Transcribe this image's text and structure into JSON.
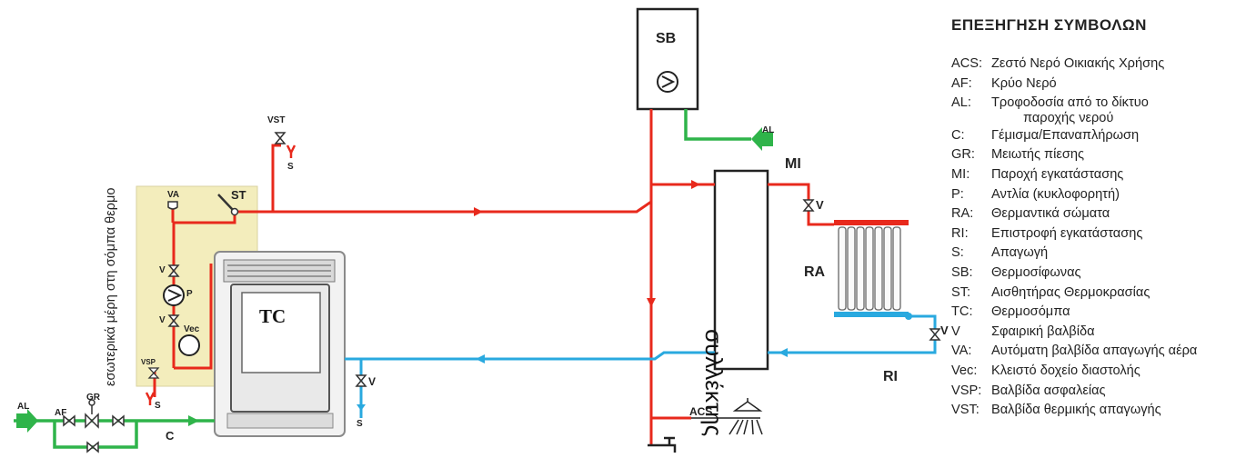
{
  "diagram": {
    "labels": {
      "sb": "SB",
      "tc": "TC",
      "collector": "συλλέκτης",
      "ra": "RA",
      "mi": "MI",
      "ri": "RI",
      "acs": "ACS",
      "al_top": "AL",
      "al_bottom": "AL",
      "af": "AF",
      "gr": "GR",
      "c": "C",
      "vst": "VST",
      "s_vst": "S",
      "va": "VA",
      "st": "ST",
      "v1": "V",
      "p": "P",
      "v2": "V",
      "vec": "Vec",
      "vsp": "VSP",
      "s_vsp": "S",
      "v_drain": "V",
      "s_drain": "S",
      "v_mi": "V",
      "v_ri": "V",
      "side_text": "εσωτερικά μέρη στη σόμπα θερμο"
    },
    "colors": {
      "hot": "#e8291c",
      "cold": "#29a9df",
      "mains": "#2fb44a",
      "panel": "#f3edbc"
    }
  },
  "legend": {
    "title": "ΕΠΕΞΗΓΗΣΗ ΣΥΜΒΟΛΩΝ",
    "items": [
      {
        "code": "ACS:",
        "text": "Ζεστό Νερό Οικιακής Χρήσης"
      },
      {
        "code": "AF:",
        "text": "Κρύο Νερό"
      },
      {
        "code": "AL:",
        "text": "Τροφοδοσία από το δίκτυο",
        "cont": "παροχής νερού"
      },
      {
        "code": "C:",
        "text": "Γέμισμα/Επαναπλήρωση"
      },
      {
        "code": "GR:",
        "text": "Μειωτής πίεσης"
      },
      {
        "code": "MI:",
        "text": "Παροχή εγκατάστασης"
      },
      {
        "code": "P:",
        "text": "Αντλία (κυκλοφορητή)"
      },
      {
        "code": "RA:",
        "text": "Θερμαντικά σώματα"
      },
      {
        "code": "RI:",
        "text": "Επιστροφή εγκατάστασης"
      },
      {
        "code": "S:",
        "text": "Απαγωγή"
      },
      {
        "code": "SB:",
        "text": "Θερμοσίφωνας"
      },
      {
        "code": "ST:",
        "text": "Αισθητήρας Θερμοκρασίας"
      },
      {
        "code": "TC:",
        "text": "Θερμοσόμπα"
      },
      {
        "code": "V",
        "text": "Σφαιρική βαλβίδα"
      },
      {
        "code": "VA:",
        "text": "Αυτόματη βαλβίδα απαγωγής αέρα"
      },
      {
        "code": "Vec:",
        "text": "Κλειστό δοχείο διαστολής"
      },
      {
        "code": "VSP:",
        "text": "Βαλβίδα ασφαλείας"
      },
      {
        "code": "VST:",
        "text": "Βαλβίδα θερμικής απαγωγής"
      }
    ]
  }
}
